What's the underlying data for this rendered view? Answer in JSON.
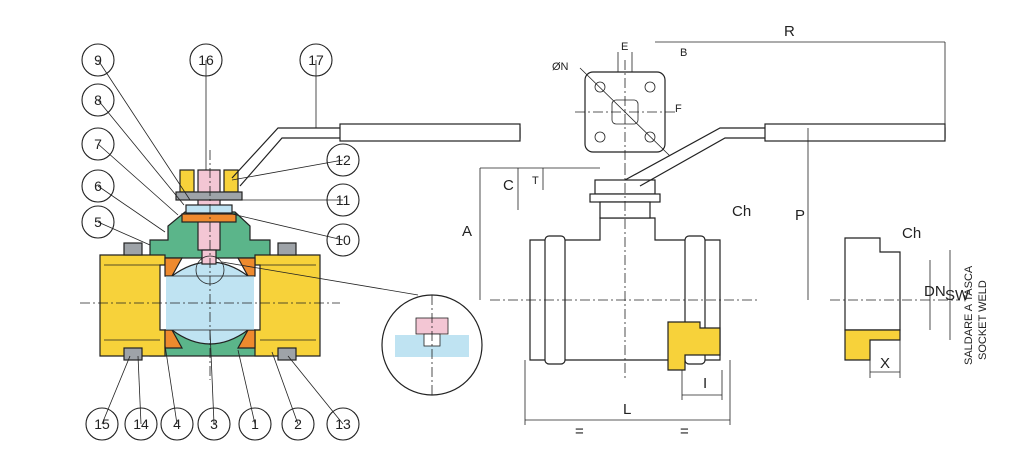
{
  "colors": {
    "yellow": "#F7D23A",
    "orange": "#EE8A2E",
    "green": "#5BB58A",
    "blue": "#BFE3F2",
    "pink": "#F3C6D4",
    "gray": "#9EA3A8"
  },
  "callouts": [
    "1",
    "2",
    "3",
    "4",
    "5",
    "6",
    "7",
    "8",
    "9",
    "10",
    "11",
    "12",
    "13",
    "14",
    "15",
    "16",
    "17"
  ],
  "dims": {
    "R": "R",
    "E": "E",
    "B": "B",
    "N": "ØN",
    "F": "F",
    "C": "C",
    "T": "T",
    "A": "A",
    "P": "P",
    "Ch": "Ch",
    "Ch2": "Ch",
    "L": "L",
    "I": "I",
    "eq1": "=",
    "eq2": "=",
    "DN": "DN",
    "SW": "SW",
    "X": "X"
  },
  "side_text": {
    "line1": "SALDARE A TASCA",
    "line2": "SOCKET WELD"
  }
}
